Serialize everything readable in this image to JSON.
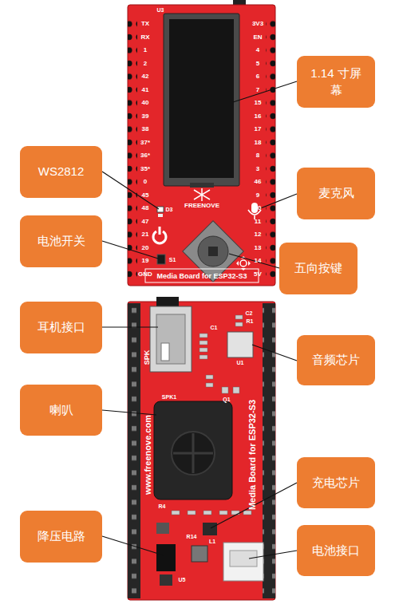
{
  "diagram": {
    "nodes": [
      {
        "text": [
          "1.14 寸屏幕"
        ]
      },
      {
        "text": [
          "WS2812"
        ]
      },
      {
        "text": [
          "麦克风"
        ]
      },
      {
        "text": [
          "电池开关"
        ]
      },
      {
        "text": [
          "五向按键"
        ]
      },
      {
        "text": [
          "耳机接口"
        ]
      },
      {
        "text": [
          "音频芯片"
        ]
      },
      {
        "text": [
          "喇叭"
        ]
      },
      {
        "text": [
          "充电芯片"
        ]
      },
      {
        "text": [
          "降压电路"
        ]
      },
      {
        "text": [
          "电池接口"
        ]
      }
    ],
    "labels": [
      "TX",
      "RX",
      "1",
      "2",
      "42",
      "41",
      "40",
      "39",
      "38",
      "37*",
      "36*",
      "35*",
      "0",
      "45",
      "48",
      "47",
      "21",
      "20",
      "19",
      "GND",
      "3V3",
      "EN",
      "4",
      "5",
      "6",
      "7",
      "15",
      "16",
      "17",
      "18",
      "8",
      "3",
      "46",
      "9",
      "10",
      "11",
      "12",
      "13",
      "14",
      "5V",
      "U3",
      "D3",
      "S1",
      "FREENOVE",
      "Media Board for ESP32-S3",
      "SPK",
      "SPK1",
      "www.freenove.com",
      "Media Board for ESP32-S3",
      "U1",
      "C1",
      "C2",
      "R1",
      "L1",
      "U5",
      "R4",
      "R14",
      "Q1"
    ]
  }
}
